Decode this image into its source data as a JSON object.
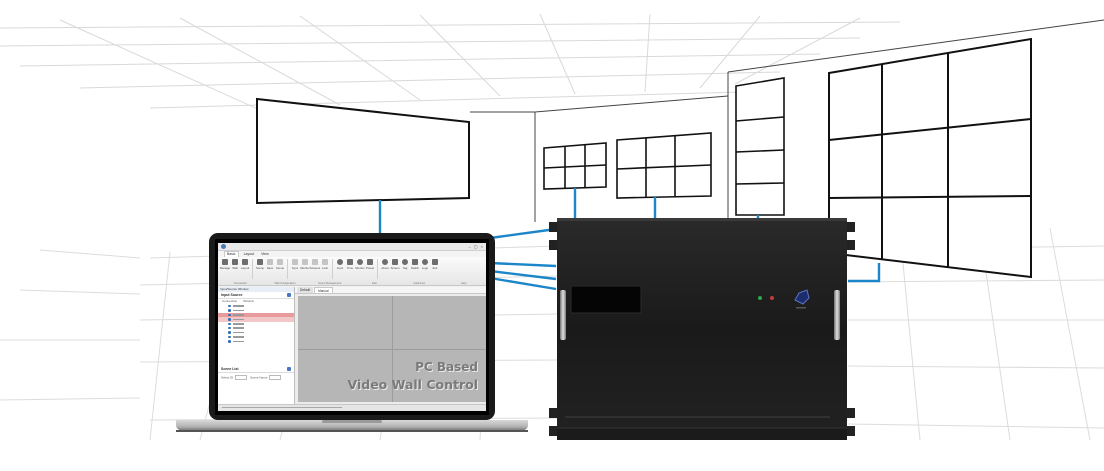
{
  "app": {
    "menu_tabs": [
      "Basic",
      "Layout",
      "View"
    ],
    "ribbon_buttons": [
      "Manage",
      "Wall",
      "Layout",
      "Scene",
      "Save",
      "Scene",
      "Sync",
      "Monitor",
      "Screens",
      "Lock",
      "Input",
      "Time",
      "Monitor",
      "Preset",
      "About",
      "Screen",
      "Tag",
      "Switch",
      "Logo",
      "Exit"
    ],
    "ribbon_groups": [
      "Connection",
      "Wall Configuration",
      "Scene Management",
      "Edit",
      "Advanced",
      "Help"
    ],
    "left_pane_header": "Input/Source Window",
    "input_source_section": "Input Source",
    "input_columns": [
      "Connection",
      "Window"
    ],
    "input_source_count": 9,
    "highlighted_rows": [
      2,
      3
    ],
    "scene_list_section": "Scene List",
    "scene_fields": [
      "Select ID",
      "Scene Name"
    ],
    "tabs": [
      "Default",
      "Manual"
    ],
    "grid_columns": 2,
    "grid_rows": 2
  },
  "caption": {
    "line1": "PC Based",
    "line2": "Video Wall Control"
  },
  "colors": {
    "cable": "#1c86c9",
    "hardware": "#1a1a1a",
    "wall_line": "#111111",
    "floor_grid": "#dedede"
  }
}
